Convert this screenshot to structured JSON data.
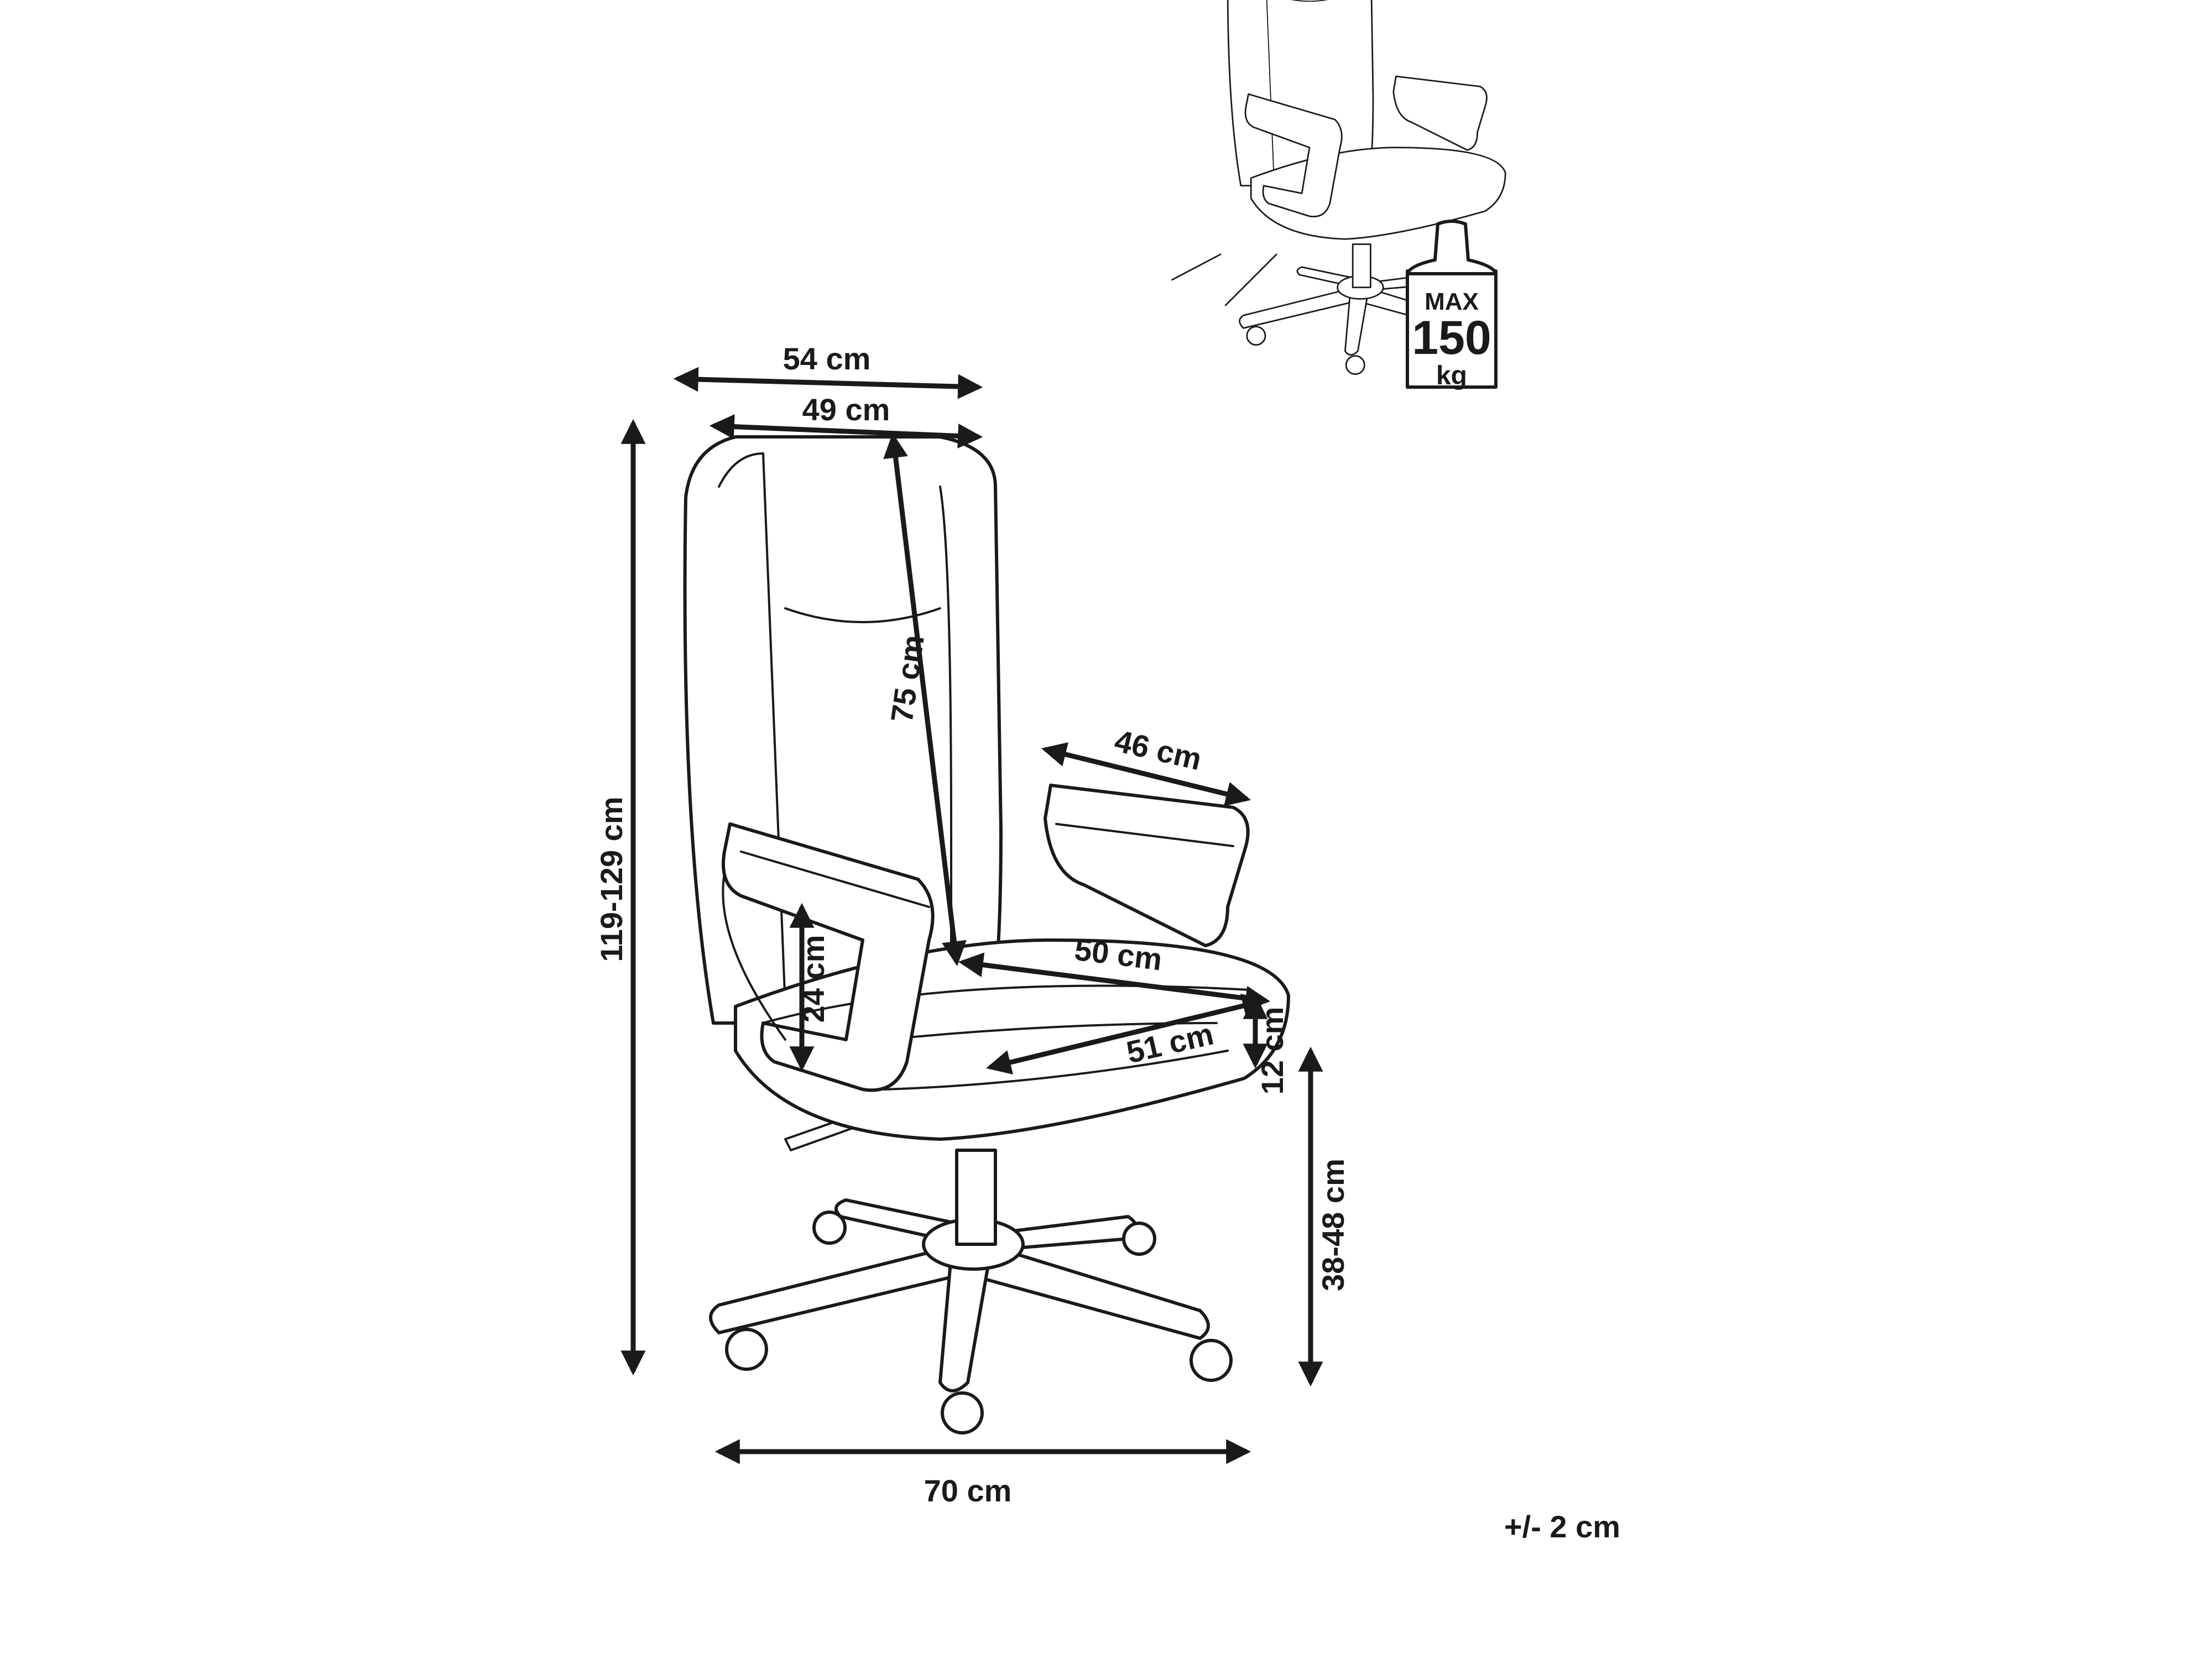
{
  "dimensions": {
    "top_width": "54 cm",
    "back_width": "49 cm",
    "back_height": "75 cm",
    "total_height": "119-129 cm",
    "armrest_length": "46 cm",
    "armrest_height": "24 cm",
    "seat_depth": "50 cm",
    "seat_width": "51 cm",
    "seat_thickness": "12 cm",
    "seat_height": "38-48 cm",
    "base_width": "70 cm"
  },
  "tolerance": "+/- 2 cm",
  "load_badge": {
    "line1": "MAX",
    "line2": "150",
    "line3": "kg"
  }
}
